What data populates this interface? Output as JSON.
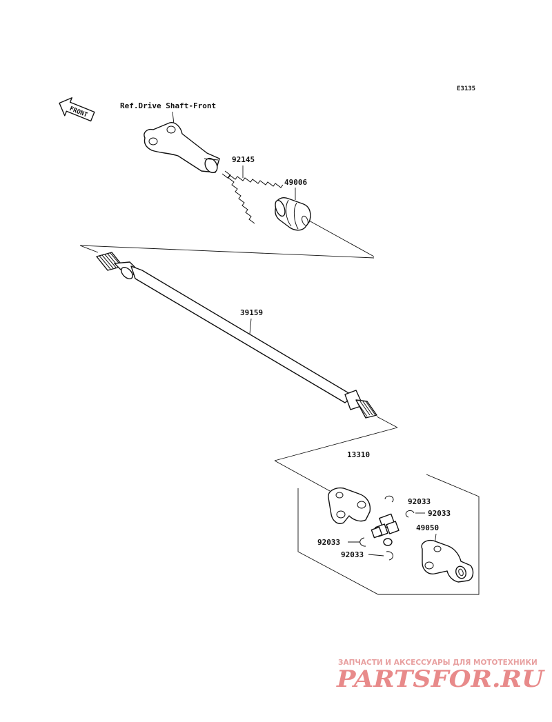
{
  "diagram": {
    "code": "E3135",
    "front_arrow": "FRONT",
    "reference": "Ref.Drive Shaft-Front",
    "parts": [
      {
        "number": "92145"
      },
      {
        "number": "49006"
      },
      {
        "number": "39159"
      },
      {
        "number": "13310"
      },
      {
        "number": "92033"
      },
      {
        "number": "92033"
      },
      {
        "number": "49050"
      },
      {
        "number": "92033"
      },
      {
        "number": "92033"
      }
    ]
  },
  "watermark": {
    "caption": "ЗАПЧАСТИ И АКСЕССУАРЫ ДЛЯ МОТОТЕХНИКИ",
    "brand": "PARTSFOR.RU"
  }
}
